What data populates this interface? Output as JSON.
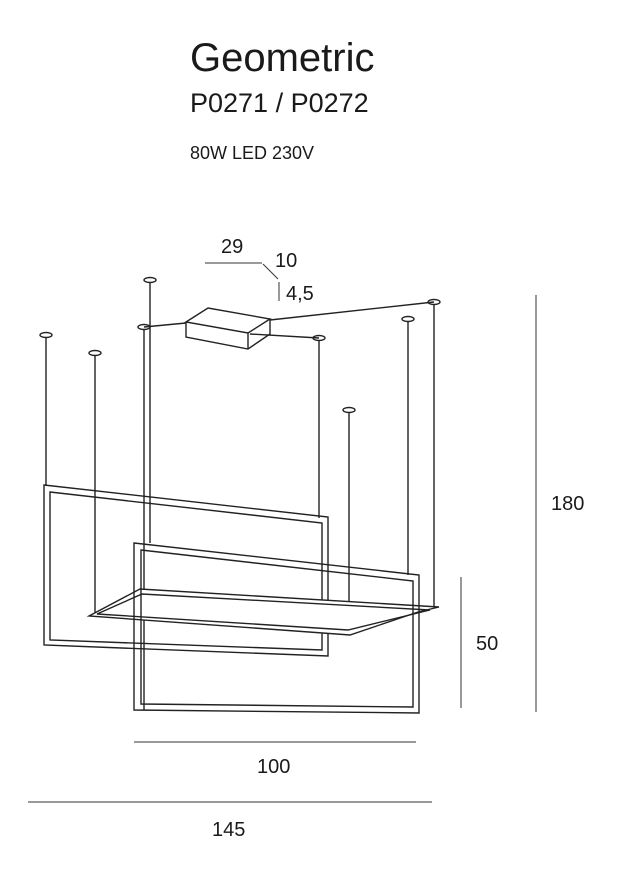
{
  "product": {
    "title": "Geometric",
    "codes": "P0271 / P0272",
    "spec": "80W LED 230V"
  },
  "dimensions": {
    "canopy_length": "29",
    "canopy_width": "10",
    "canopy_height": "4,5",
    "total_height": "180",
    "frame_height": "50",
    "frame_width": "100",
    "total_width": "145"
  }
}
